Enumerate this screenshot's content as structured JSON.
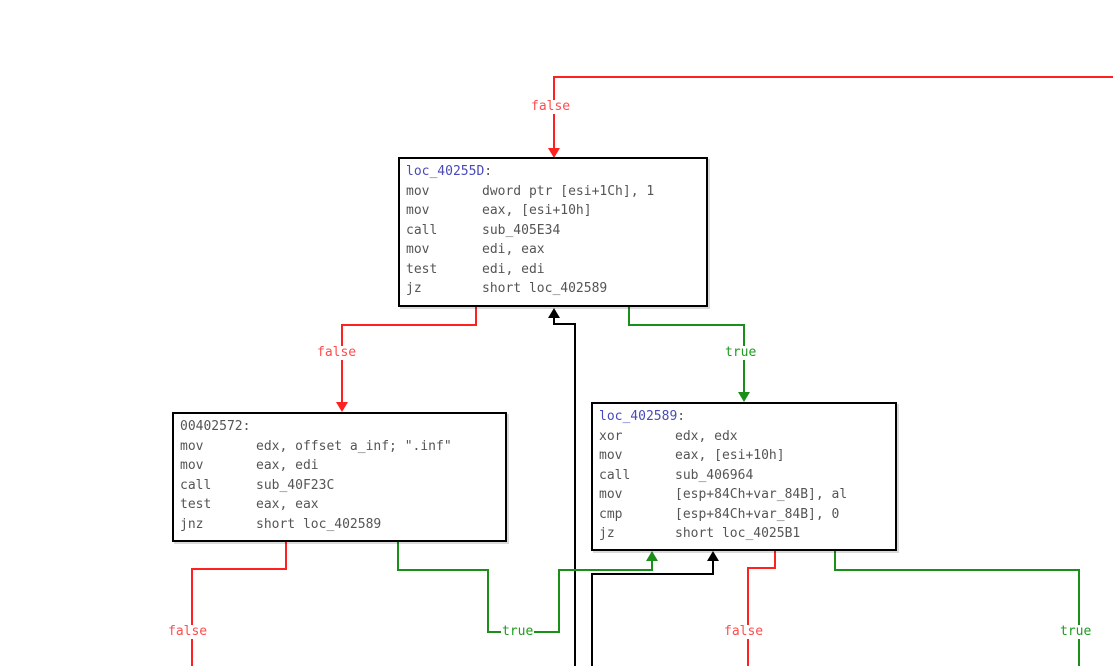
{
  "edge_labels": {
    "top_false": "false",
    "a_false": "false",
    "a_true": "true",
    "b_false": "false",
    "b_true": "true",
    "c_false": "false",
    "c_true": "true"
  },
  "nodes": {
    "loc_40255D": {
      "title": "loc_40255D",
      "instructions": [
        {
          "op": "mov",
          "args": "dword ptr [esi+1Ch], 1"
        },
        {
          "op": "mov",
          "args": "eax, [esi+10h]"
        },
        {
          "op": "call",
          "args": "sub_405E34"
        },
        {
          "op": "mov",
          "args": "edi, eax"
        },
        {
          "op": "test",
          "args": "edi, edi"
        },
        {
          "op": "jz",
          "args": "short loc_402589"
        }
      ]
    },
    "loc_00402572": {
      "title": "00402572",
      "instructions": [
        {
          "op": "mov",
          "args": "edx, offset a_inf; \".inf\""
        },
        {
          "op": "mov",
          "args": "eax, edi"
        },
        {
          "op": "call",
          "args": "sub_40F23C"
        },
        {
          "op": "test",
          "args": "eax, eax"
        },
        {
          "op": "jnz",
          "args": "short loc_402589"
        }
      ]
    },
    "loc_402589": {
      "title": "loc_402589",
      "instructions": [
        {
          "op": "xor",
          "args": "edx, edx"
        },
        {
          "op": "mov",
          "args": "eax, [esi+10h]"
        },
        {
          "op": "call",
          "args": "sub_406964"
        },
        {
          "op": "mov",
          "args": "[esp+84Ch+var_84B], al"
        },
        {
          "op": "cmp",
          "args": "[esp+84Ch+var_84B], 0"
        },
        {
          "op": "jz",
          "args": "short loc_4025B1"
        }
      ]
    }
  },
  "colors": {
    "false_edge": "#ff2020",
    "true_edge": "#1a8f1a",
    "unconditional_edge": "#000000",
    "label_text": "#4a4ab8",
    "code_text": "#555555"
  }
}
